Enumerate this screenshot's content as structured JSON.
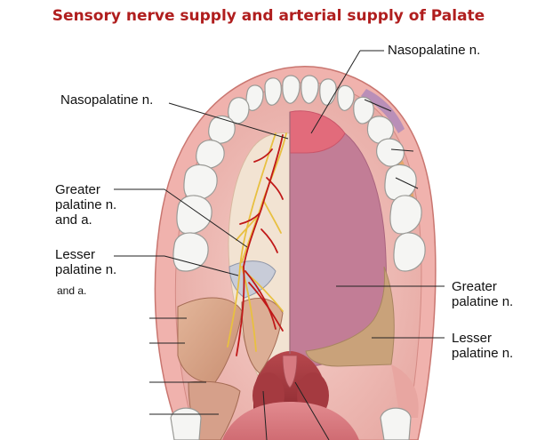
{
  "title": "Sensory nerve supply and arterial supply of Palate",
  "labels": {
    "nasopalatine_right": "Nasopalatine n.",
    "nasopalatine_left": "Nasopalatine n.",
    "greater_palatine_left": [
      "Greater",
      "palatine n.",
      "and a."
    ],
    "lesser_palatine_left": [
      "Lesser",
      "palatine n."
    ],
    "lesser_palatine_left_extra": "and a.",
    "greater_palatine_right": [
      "Greater",
      "palatine n."
    ],
    "lesser_palatine_right": [
      "Lesser",
      "palatine n."
    ]
  },
  "colors": {
    "title": "#b01e1e",
    "nasopalatine_region": "#e06a7a",
    "greater_palatine_region": "#c07a95",
    "lesser_palatine_region": "#c9a27a",
    "nerve": "#e8c040",
    "artery": "#c01818",
    "gum": "#e9a0a0",
    "tooth": "#f4f4f4"
  }
}
